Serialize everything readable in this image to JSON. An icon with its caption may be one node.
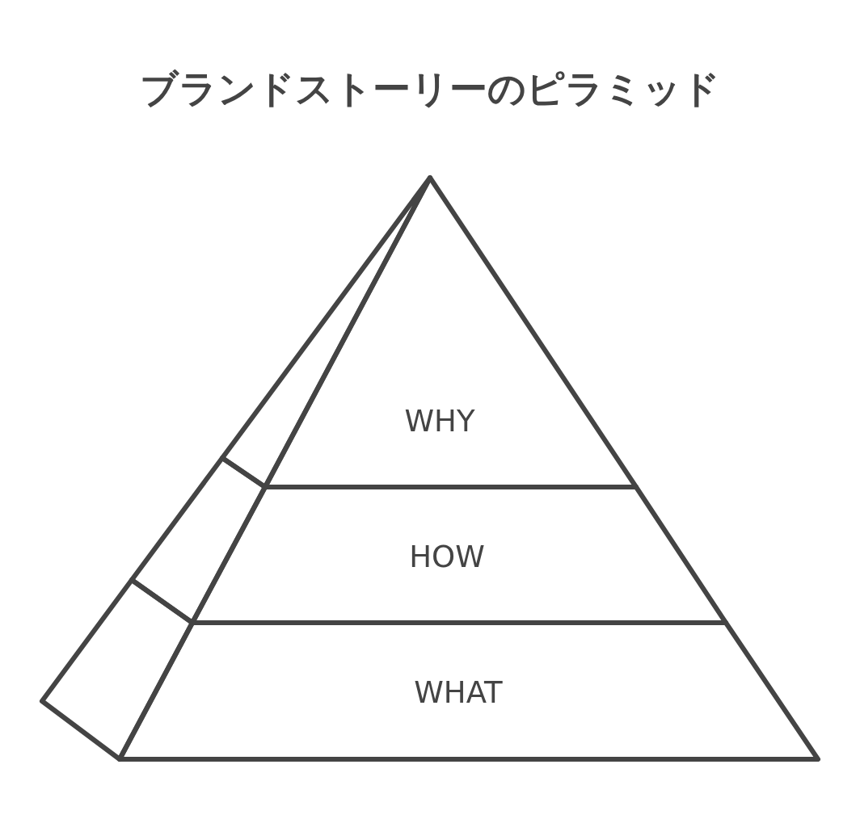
{
  "diagram": {
    "title": "ブランドストーリーのピラミッド",
    "nodes": [
      {
        "text": [
          "WHY"
        ]
      },
      {
        "text": [
          "HOW"
        ]
      },
      {
        "text": [
          "WHAT"
        ]
      },
      {
        "text": [],
        "shape": "triangle"
      },
      {
        "text": [],
        "shape": "band"
      },
      {
        "text": [],
        "shape": "band"
      }
    ]
  }
}
